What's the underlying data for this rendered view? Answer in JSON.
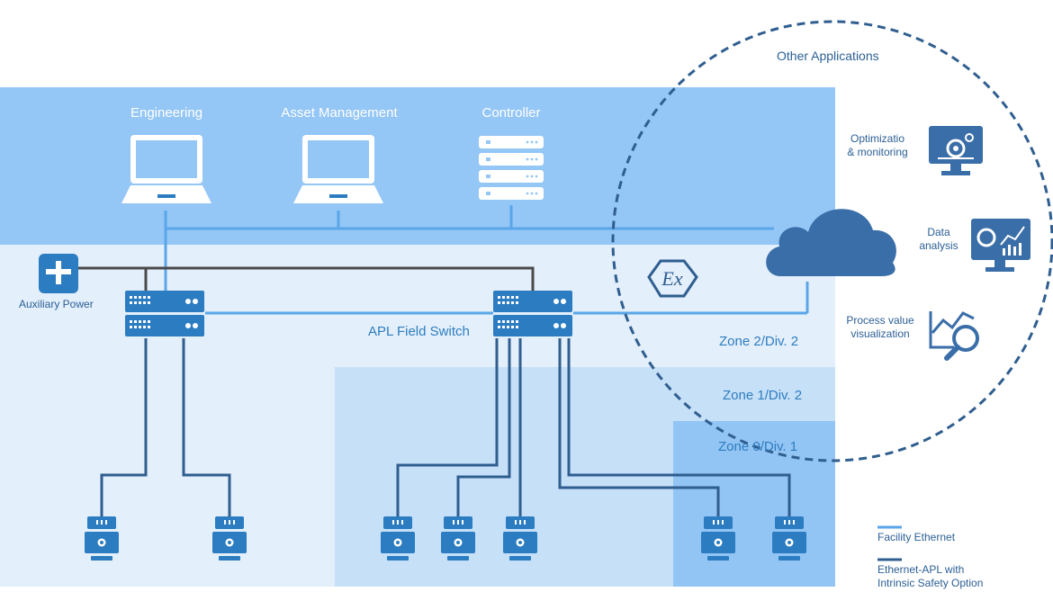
{
  "header": {
    "engineering": "Engineering",
    "asset_management": "Asset Management",
    "controller": "Controller"
  },
  "other_applications": {
    "title": "Other Applications",
    "optimization": [
      "Optimizatio",
      "& monitoring"
    ],
    "data_analysis": [
      "Data",
      "analysis"
    ],
    "process_value": [
      "Process value",
      "visualization"
    ]
  },
  "labels": {
    "auxiliary_power": "Auxiliary Power",
    "apl_field_switch": "APL Field Switch"
  },
  "zones": {
    "zone2": "Zone 2/Div. 2",
    "zone1": "Zone 1/Div. 2",
    "zone0": "Zone 0/Div. 1"
  },
  "legend": {
    "facility_ethernet": "Facility Ethernet",
    "ethernet_apl": [
      "Ethernet-APL with",
      "Intrinsic Safety Option"
    ]
  },
  "colors": {
    "top_band": "#94c6f6",
    "zone2_bg": "#e3effb",
    "zone1_bg": "#c6e0f8",
    "zone0_bg": "#92c4f4",
    "device_blue": "#2b7cc1",
    "cable_dark": "#2f5e8f",
    "cable_light": "#5aa6e8",
    "power_line": "#4a4a4a",
    "cloud": "#3a6ea8"
  },
  "icons": {
    "laptop": "laptop-icon",
    "server": "server-rack-icon",
    "switch": "network-switch-icon",
    "field_device": "field-device-icon",
    "power": "power-supply-icon",
    "cloud": "cloud-icon",
    "ex": "ex-hazard-icon",
    "monitor_gear": "monitor-gear-icon",
    "monitor_charts": "monitor-charts-icon",
    "chart_magnifier": "chart-magnifier-icon"
  }
}
